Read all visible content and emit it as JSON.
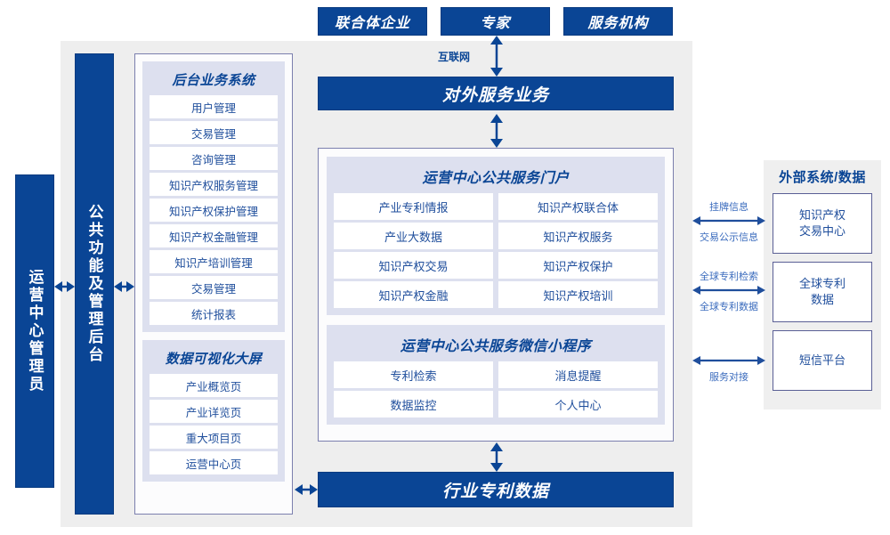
{
  "top_actors": [
    {
      "label": "联合体企业"
    },
    {
      "label": "专家"
    },
    {
      "label": "服务机构"
    }
  ],
  "network_label": "互联网",
  "external_service_bar": "对外服务业务",
  "industry_data_bar": "行业专利数据",
  "left_roles": [
    {
      "label": "运营中心管理员"
    },
    {
      "label": "公共功能及管理后台"
    }
  ],
  "backend_system": {
    "title": "后台业务系统",
    "items": [
      "用户管理",
      "交易管理",
      "咨询管理",
      "知识产权服务管理",
      "知识产权保护管理",
      "知识产权金融管理",
      "知识产培训管理",
      "交易管理",
      "统计报表"
    ]
  },
  "visualization": {
    "title": "数据可视化大屏",
    "items": [
      "产业概览页",
      "产业详览页",
      "重大项目页",
      "运营中心页"
    ]
  },
  "portal": {
    "title": "运营中心公共服务门户",
    "items": [
      "产业专利情报",
      "知识产权联合体",
      "产业大数据",
      "知识产权服务",
      "知识产权交易",
      "知识产权保护",
      "知识产权金融",
      "知识产权培训"
    ]
  },
  "miniprogram": {
    "title": "运营中心公共服务微信小程序",
    "items": [
      "专利检索",
      "消息提醒",
      "数据监控",
      "个人中心"
    ]
  },
  "external": {
    "title": "外部系统/数据",
    "boxes": [
      {
        "label": "知识产权\n交易中心"
      },
      {
        "label": "全球专利\n数据"
      },
      {
        "label": "短信平台"
      }
    ],
    "connections": [
      {
        "above": "挂牌信息",
        "below": "交易公示信息"
      },
      {
        "above": "全球专利检索",
        "below": "全球专利数据"
      },
      {
        "above": "",
        "below": "服务对接"
      }
    ]
  },
  "colors": {
    "brand_blue": "#0a4595",
    "stage_gray": "#eeeeee",
    "group_lavender": "#dde0ef",
    "card_border": "#7b7fae",
    "text_blue": "#1f4e9c",
    "label_blue": "#3a6bbd"
  }
}
